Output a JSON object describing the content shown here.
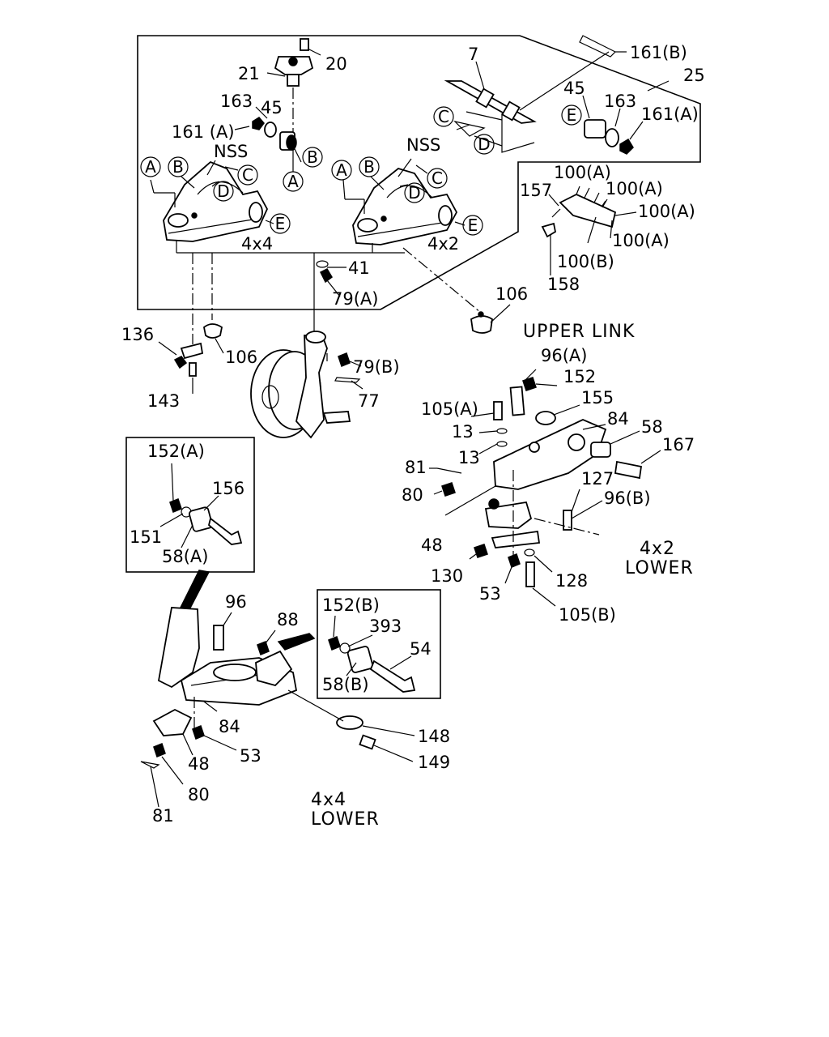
{
  "labels": {
    "p20": "20",
    "p21": "21",
    "p163a": "163",
    "p45a": "45",
    "p161a": "161 (A)",
    "nss1": "NSS",
    "p7": "7",
    "p161b": "161(B)",
    "p25": "25",
    "p45b": "45",
    "p163b": "163",
    "p161a2": "161(A)",
    "nss2": "NSS",
    "x4x4": "4x4",
    "x4x2": "4x2",
    "p157": "157",
    "p100a1": "100(A)",
    "p100a2": "100(A)",
    "p100a3": "100(A)",
    "p100a4": "100(A)",
    "p100b": "100(B)",
    "p158": "158",
    "p41": "41",
    "p79a": "79(A)",
    "p106a": "106",
    "p136": "136",
    "p106b": "106",
    "p79b": "79(B)",
    "p143": "143",
    "p77": "77",
    "p96a": "96(A)",
    "p152": "152",
    "p105a": "105(A)",
    "p155": "155",
    "p84a": "84",
    "p58": "58",
    "p13a": "13",
    "p167": "167",
    "p13b": "13",
    "p81a": "81",
    "p127": "127",
    "p80a": "80",
    "p96b": "96(B)",
    "p48a": "48",
    "p130": "130",
    "p128": "128",
    "p53a": "53",
    "p105b": "105(B)",
    "p152a": "152(A)",
    "p156": "156",
    "p151": "151",
    "p58a": "58(A)",
    "p96": "96",
    "p88": "88",
    "p152b": "152(B)",
    "p393": "393",
    "p54": "54",
    "p58b": "58(B)",
    "p84b": "84",
    "p148": "148",
    "p149": "149",
    "p53b": "53",
    "p48b": "48",
    "p80b": "80",
    "p81b": "81"
  },
  "sections": {
    "upper_link": "UPPER LINK",
    "lower_4x2_a": "4x2",
    "lower_4x2_b": "LOWER",
    "lower_4x4_a": "4x4",
    "lower_4x4_b": "LOWER"
  },
  "circled": {
    "a1": "A",
    "b1": "B",
    "c1": "C",
    "d1": "D",
    "e1": "E",
    "a2": "A",
    "b2": "B",
    "c2": "C",
    "d2": "D",
    "e2": "E",
    "a3": "A",
    "b3": "B",
    "c3": "C",
    "d3": "D",
    "e3": "E"
  }
}
